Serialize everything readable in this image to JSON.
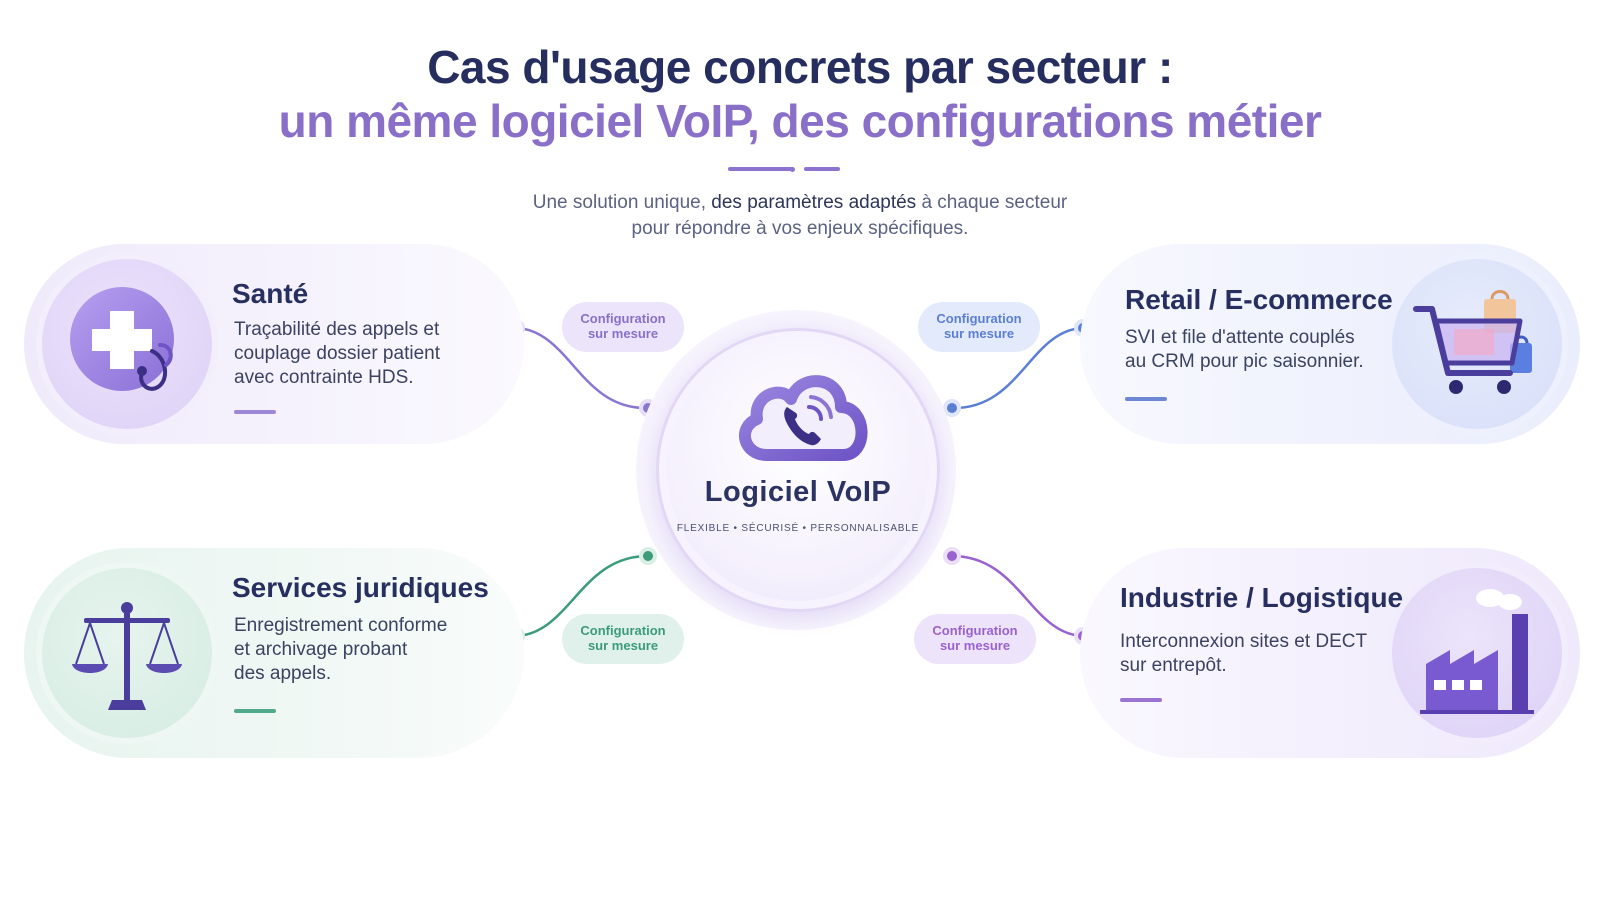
{
  "header": {
    "title_line1": "Cas d'usage concrets par secteur :",
    "title_line2": "un même logiciel VoIP, des configurations métier",
    "subtitle_plain_1": "Une solution unique, ",
    "subtitle_bold": "des paramètres adaptés",
    "subtitle_plain_2": " à chaque secteur",
    "subtitle_line2": "pour répondre à vos enjeux spécifiques."
  },
  "center": {
    "title": "Logiciel VoIP",
    "tags": "FLEXIBLE  •  SÉCURISÉ  •  PERSONNALISABLE",
    "icon": "cloud-phone-icon"
  },
  "pill_label": "Configuration\nsur mesure",
  "sectors": [
    {
      "id": "sante",
      "title": "Santé",
      "description": "Traçabilité des appels et\ncouplage dossier patient\navec contrainte HDS.",
      "icon": "medical-cross-stethoscope-icon",
      "accent": "#9d88d8"
    },
    {
      "id": "retail",
      "title": "Retail / E-commerce",
      "description": "SVI et file d'attente couplés\nau CRM pour pic saisonnier.",
      "icon": "shopping-cart-icon",
      "accent": "#6f88d6"
    },
    {
      "id": "juridique",
      "title": "Services juridiques",
      "description": "Enregistrement conforme\net archivage probant\ndes appels.",
      "icon": "scales-of-justice-icon",
      "accent": "#4fa98a"
    },
    {
      "id": "industrie",
      "title": "Industrie / Logistique",
      "description": "Interconnexion sites et DECT\nsur entrepôt.",
      "icon": "factory-icon",
      "accent": "#9a74d2"
    }
  ],
  "colors": {
    "title_dark": "#252e5e",
    "title_purple": "#8a6fc9",
    "connector_sante": "#8a76d2",
    "connector_retail": "#5b7fd6",
    "connector_juridique": "#3c9b7b",
    "connector_industrie": "#9a62cf"
  }
}
